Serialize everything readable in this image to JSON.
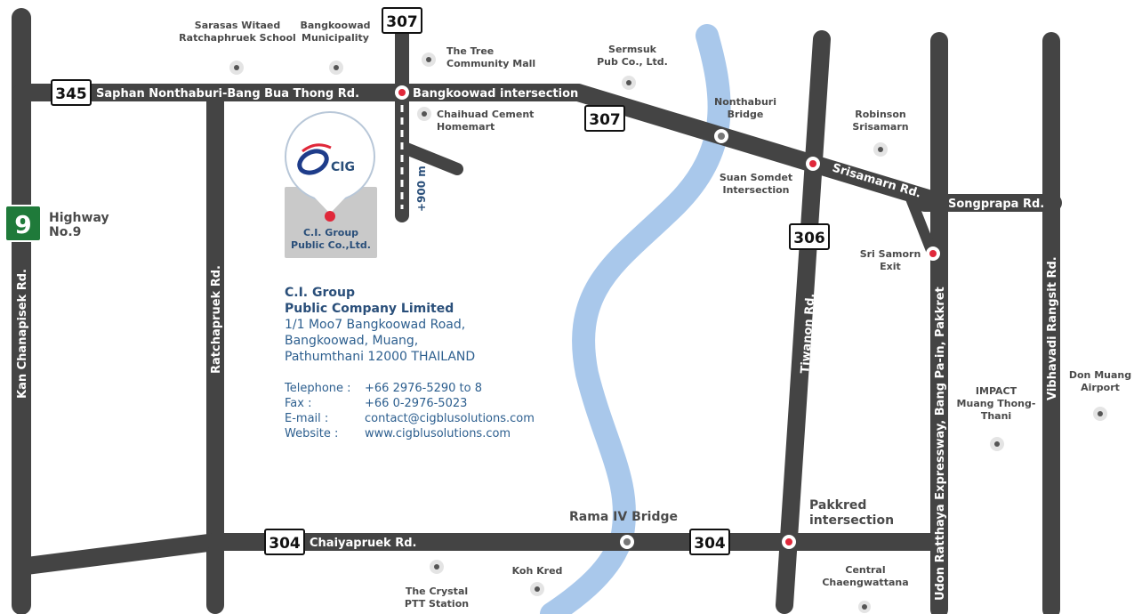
{
  "roads": {
    "r345": "345",
    "saphan": "Saphan Nonthaburi-Bang Bua Thong Rd.",
    "bangkoowad_int": "Bangkoowad intersection",
    "r307_top": "307",
    "r307_mid": "307",
    "srisamarn": "Srisamarn Rd.",
    "songprapa": "Songprapa Rd.",
    "r306": "306",
    "tiwanon": "Tiwanon Rd.",
    "udon": "Udon Ratthaya Expressway, Bang Pa-in, Pakkret",
    "vibhavadi": "Vibhavadi Rangsit Rd.",
    "kan": "Kan Chanapisek Rd.",
    "ratchapruek": "Ratchapruek Rd.",
    "r304_left": "304",
    "chaiyapruek": "Chaiyapruek Rd.",
    "r304_right": "304",
    "hw9_num": "9",
    "hw9_l1": "Highway",
    "hw9_l2": "No.9",
    "dist": "+900 m"
  },
  "places": {
    "sarasas_l1": "Sarasas Witaed",
    "sarasas_l2": "Ratchaphruek School",
    "bkw_l1": "Bangkoowad",
    "bkw_l2": "Municipality",
    "tree_l1": "The Tree",
    "tree_l2": "Community Mall",
    "sermsuk_l1": "Sermsuk",
    "sermsuk_l2": "Pub Co., Ltd.",
    "chaihuad_l1": "Chaihuad Cement",
    "chaihuad_l2": "Homemart",
    "nbridge_l1": "Nonthaburi",
    "nbridge_l2": "Bridge",
    "robinson_l1": "Robinson",
    "robinson_l2": "Srisamarn",
    "suan_l1": "Suan Somdet",
    "suan_l2": "Intersection",
    "srisamorn_l1": "Sri Samorn",
    "srisamorn_l2": "Exit",
    "impact_l1": "IMPACT",
    "impact_l2": "Muang Thong-",
    "impact_l3": "Thani",
    "donmuang_l1": "Don Muang",
    "donmuang_l2": "Airport",
    "rama4": "Rama IV Bridge",
    "pakkred_l1": "Pakkred",
    "pakkred_l2": "intersection",
    "crystal_l1": "The Crystal",
    "crystal_l2": "PTT Station",
    "kohkred": "Koh Kred",
    "central_l1": "Central",
    "central_l2": "Chaengwattana"
  },
  "cig": {
    "logo": "CIG",
    "label_l1": "C.I. Group",
    "label_l2": "Public Co.,Ltd."
  },
  "info": {
    "name_l1": "C.I. Group",
    "name_l2": "Public Company Limited",
    "addr_l1": "1/1 Moo7 Bangkoowad Road,",
    "addr_l2": "Bangkoowad, Muang,",
    "addr_l3": "Pathumthani 12000 THAILAND",
    "tel_k": "Telephone :",
    "tel_v": "+66 2976-5290 to 8",
    "fax_k": "Fax :",
    "fax_v": "+66 0-2976-5023",
    "email_k": "E-mail :",
    "email_v": "contact@cigblusolutions.com",
    "web_k": "Website :",
    "web_v": "www.cigblusolutions.com"
  },
  "colors": {
    "road": "#444444",
    "river": "#a9c8eb",
    "brand": "#2a4f7a",
    "highway_green": "#1f7a3a",
    "marker_red": "#e0283a"
  }
}
